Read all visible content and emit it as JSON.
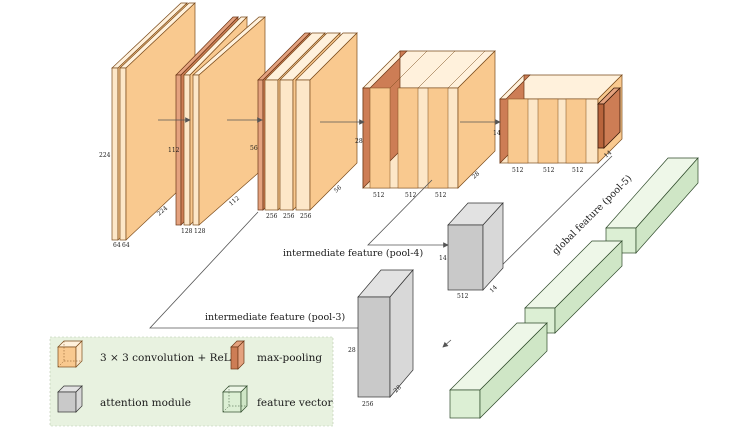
{
  "colors": {
    "conv_fill": "#f9c98f",
    "conv_side": "#fde7c8",
    "conv_top": "#fff1dc",
    "conv_stroke": "#7a4a1a",
    "pool_fill": "#cd7d55",
    "pool_side": "#e4a27f",
    "attention_fill": "#c9c9c9",
    "attention_side": "#e2e2e2",
    "feature_fill": "#dcefd4",
    "feature_stroke": "#2e4a2a",
    "legend_bg": "#e8f2e0",
    "arrow": "#555555"
  },
  "dims": {
    "block1_side": "224",
    "block1_channels_a": "64",
    "block1_channels_b": "64",
    "block2_side": "112",
    "block2_depth": "224",
    "block2_channels_a": "128",
    "block2_channels_b": "128",
    "block3_side": "56",
    "block3_depth": "112",
    "block3_channels_a": "256",
    "block3_channels_b": "256",
    "block3_channels_c": "256",
    "block4_side": "28",
    "block4_depth": "56",
    "block4_channels_a": "512",
    "block4_channels_b": "512",
    "block4_channels_c": "512",
    "block5_side": "14",
    "block5_depth": "28",
    "block5_channels_a": "512",
    "block5_channels_b": "512",
    "block5_channels_c": "512",
    "pool5_depth": "14",
    "att4_side": "14",
    "att4_channels": "512",
    "att4_depth": "14",
    "att3_side": "28",
    "att3_channels": "256",
    "att3_depth": "28"
  },
  "labels": {
    "intermediate_pool4": "intermediate feature (pool-4)",
    "intermediate_pool3": "intermediate feature (pool-3)",
    "global_pool5": "global feature (pool-5)"
  },
  "legend": {
    "conv": "3 × 3 convolution + ReLU",
    "maxpool": "max-pooling",
    "attention": "attention module",
    "feature": "feature vector"
  },
  "icons": [
    "conv-block-icon",
    "maxpool-icon",
    "attention-module-icon",
    "feature-vector-icon",
    "arrow-icon"
  ]
}
